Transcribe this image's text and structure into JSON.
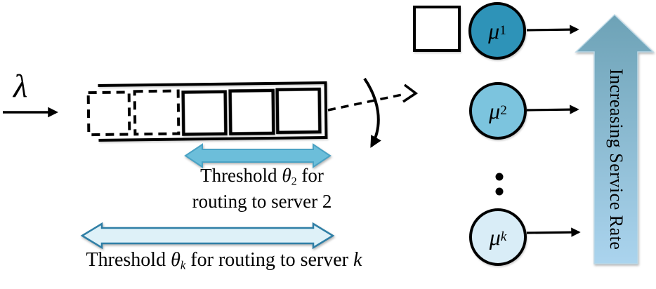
{
  "figure": {
    "type": "queueing-routing-diagram",
    "arrival_label": "λ",
    "queue": {
      "dashed_slots": 2,
      "solid_slots": 3
    },
    "servers": [
      {
        "symbol": "μ",
        "sub": "1"
      },
      {
        "symbol": "μ",
        "sub": "2"
      },
      {
        "symbol": "μ",
        "sub": "k"
      }
    ],
    "threshold2_label": {
      "prefix": "Threshold ",
      "symbol": "θ",
      "sub": "2",
      "suffix": " for",
      "line2": "routing to server 2"
    },
    "thresholdk_label": {
      "prefix": "Threshold ",
      "symbol": "θ",
      "sub": "k",
      "mid": " for routing to server ",
      "server_var": "k"
    },
    "service_axis_label": "Increasing Service Rate"
  },
  "colors": {
    "line": "#000000",
    "mu1_fill": "#2E93B8",
    "mu2_fill": "#7CC4DE",
    "muk_fill": "#D9EDF7",
    "threshold2_arrow_fill": "#6CBEDA",
    "threshold2_arrow_stroke": "#4AA2C4",
    "thresholdk_arrow_fill": "#DEF1F8",
    "thresholdk_arrow_stroke": "#2F7FA6",
    "service_arrow_top": "#6DA2B6",
    "service_arrow_bottom": "#ABD4EE",
    "service_arrow_stroke": "#BBD8E6"
  }
}
